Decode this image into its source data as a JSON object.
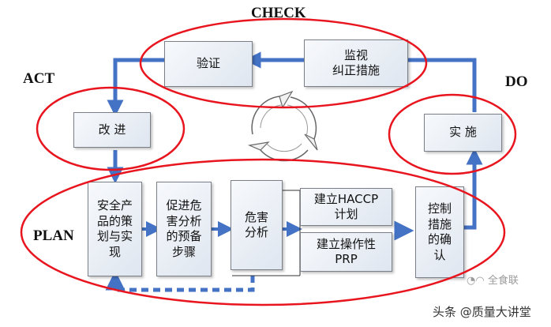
{
  "phases": {
    "check": "CHECK",
    "act": "ACT",
    "do": "DO",
    "plan": "PLAN"
  },
  "boxes": {
    "verify": "验证",
    "monitor": "监视\n纠正措施",
    "improve": "改 进",
    "implement": "实 施",
    "safe_product": "安全产\n品的策\n划与实\n现",
    "hazard_prep": "促进危\n害分析\n的预备\n步骤",
    "hazard_analysis": "危害\n分析",
    "haccp_plan": "建立HACCP\n计划",
    "operational_prp": "建立操作性\nPRP",
    "control_confirm": "控制\n措施\n的确\n认"
  },
  "watermarks": {
    "logo": "全食联",
    "source": "头条 @质量大讲堂"
  },
  "colors": {
    "arrow": "#4472c4",
    "ellipse": "#e8141e",
    "box_border": "#7a7f88"
  }
}
